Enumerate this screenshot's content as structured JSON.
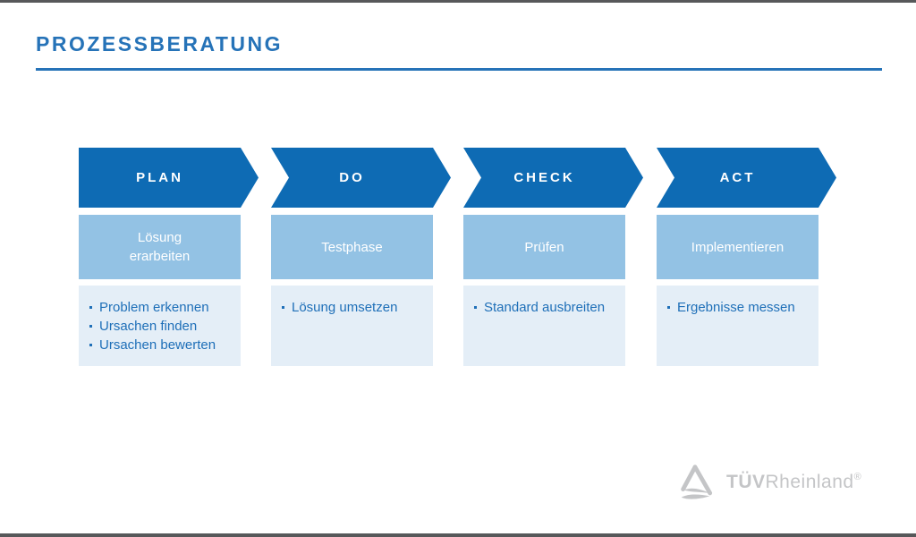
{
  "title": "PROZESSBERATUNG",
  "steps": [
    {
      "label": "PLAN",
      "phase": "Lösung\nerarbeiten",
      "bullets": [
        "Problem erkennen",
        "Ursachen finden",
        "Ursachen bewerten"
      ]
    },
    {
      "label": "DO",
      "phase": "Testphase",
      "bullets": [
        "Lösung umsetzen"
      ]
    },
    {
      "label": "CHECK",
      "phase": "Prüfen",
      "bullets": [
        "Standard ausbreiten"
      ]
    },
    {
      "label": "ACT",
      "phase": "Implementieren",
      "bullets": [
        "Ergebnisse messen"
      ]
    }
  ],
  "logo": {
    "brand_bold": "TÜV",
    "brand_regular": "Rheinland",
    "registered": "®"
  },
  "colors": {
    "chevron_blue": "#0E6BB4",
    "phase_light_blue": "#93C2E4",
    "detail_pale_blue": "#E4EEF7",
    "title_blue": "#2673B8",
    "detail_text_blue": "#1E6FB8",
    "bar_gray": "#57585A",
    "logo_gray": "#C4C5C7"
  }
}
